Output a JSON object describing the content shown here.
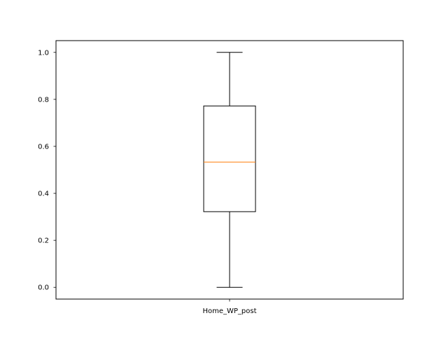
{
  "chart_data": {
    "type": "box",
    "title": "",
    "xlabel": "",
    "ylabel": "",
    "categories": [
      "Home_WP_post"
    ],
    "series": [
      {
        "whisker_low": 0.0,
        "q1": 0.322,
        "median": 0.533,
        "q3": 0.772,
        "whisker_high": 1.0
      }
    ],
    "ylim": [
      -0.05,
      1.05
    ],
    "yticks": [
      0.0,
      0.2,
      0.4,
      0.6,
      0.8,
      1.0
    ],
    "ytick_labels": [
      "0.0",
      "0.2",
      "0.4",
      "0.6",
      "0.8",
      "1.0"
    ],
    "grid": false,
    "legend": "none",
    "colors": {
      "box": "#000000",
      "median": "#ff7f0e",
      "whisker": "#000000",
      "axes": "#000000"
    }
  }
}
